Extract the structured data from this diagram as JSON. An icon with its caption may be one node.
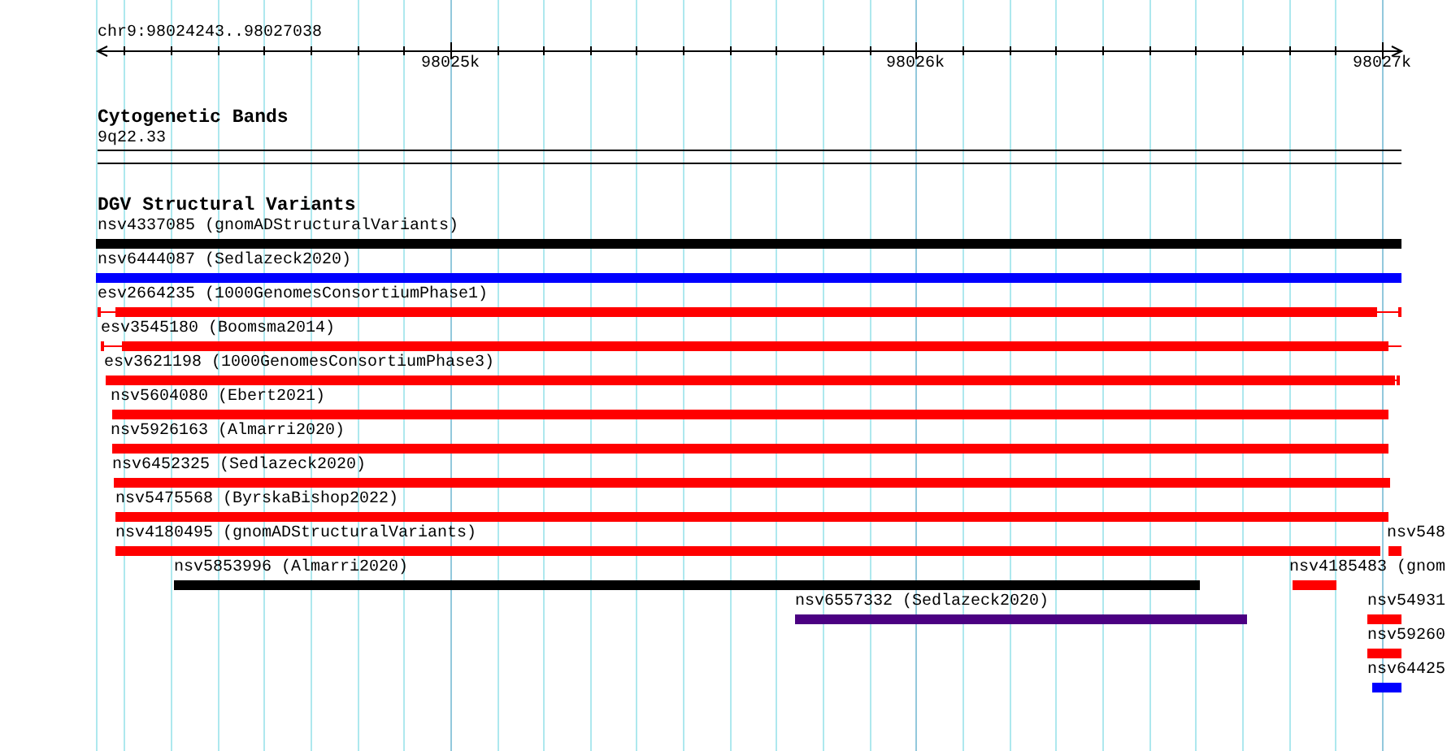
{
  "diagram": {
    "nodes": [
      {
        "text": [
          "9q22.33"
        ]
      },
      {
        "text": [
          "nsv4337085 (gnomADStructuralVariants)"
        ]
      },
      {
        "text": [
          "nsv6444087 (Sedlazeck2020)"
        ]
      },
      {
        "text": [
          "esv2664235 (1000GenomesConsortiumPhase1)"
        ]
      },
      {
        "text": [
          "esv3545180 (Boomsma2014)"
        ]
      },
      {
        "text": [
          "esv3621198 (1000GenomesConsortiumPhase3)"
        ]
      },
      {
        "text": [
          "nsv5604080 (Ebert2021)"
        ]
      },
      {
        "text": [
          "nsv5926163 (Almarri2020)"
        ]
      },
      {
        "text": [
          "nsv6452325 (Sedlazeck2020)"
        ]
      },
      {
        "text": [
          "nsv5475568 (ByrskaBishop2022)"
        ]
      },
      {
        "text": [
          "nsv4180495 (gnomADStructuralVariants)"
        ]
      },
      {
        "text": [
          "nsv548"
        ]
      },
      {
        "text": [
          "nsv5853996 (Almarri2020)"
        ]
      },
      {
        "text": [
          "nsv4185483 (gnom"
        ]
      },
      {
        "text": [
          "nsv6557332 (Sedlazeck2020)"
        ]
      },
      {
        "text": [
          "nsv54931"
        ]
      },
      {
        "text": [
          "nsv59260"
        ]
      },
      {
        "text": [
          "nsv64425"
        ]
      }
    ],
    "labels": [
      "chr9:98024243..98027038",
      "98025k",
      "98026k",
      "98027k",
      "Cytogenetic Bands",
      "DGV Structural Variants"
    ]
  }
}
